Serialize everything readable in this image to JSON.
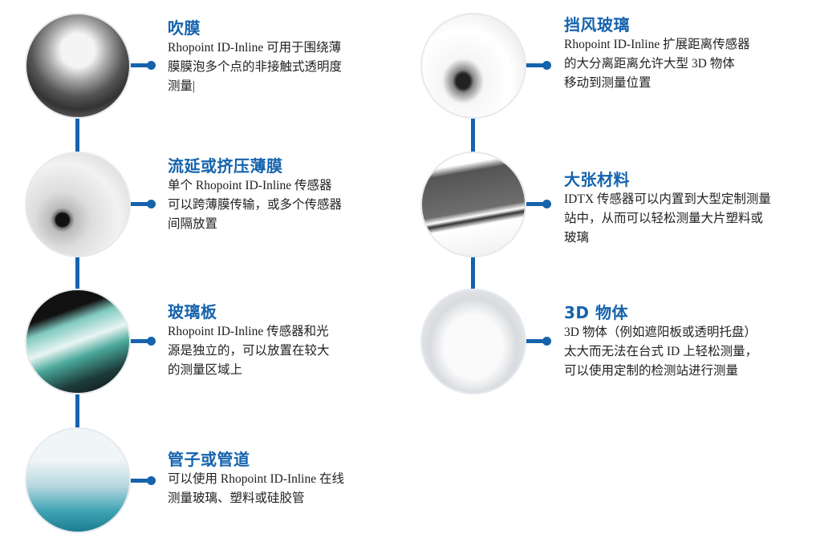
{
  "left": [
    {
      "title": "吹膜",
      "lines": [
        "Rhopoint ID-Inline 可用于围绕薄",
        "膜膜泡多个点的非接触式透明度",
        "测量|"
      ]
    },
    {
      "title": "流延或挤压薄膜",
      "lines": [
        "单个 Rhopoint ID-Inline 传感器",
        "可以跨薄膜传输，或多个传感器",
        "间隔放置"
      ]
    },
    {
      "title": "玻璃板",
      "lines": [
        "Rhopoint ID-Inline 传感器和光",
        "源是独立的，可以放置在较大",
        "的测量区域上"
      ]
    },
    {
      "title": "管子或管道",
      "lines": [
        "可以使用 Rhopoint ID-Inline 在线",
        "测量玻璃、塑料或硅胶管"
      ]
    }
  ],
  "right": [
    {
      "title": "挡风玻璃",
      "lines": [
        "Rhopoint ID-Inline 扩展距离传感器",
        "的大分离距离允许大型 3D 物体",
        "移动到测量位置"
      ]
    },
    {
      "title": "大张材料",
      "lines": [
        "IDTX 传感器可以内置到大型定制测量",
        "站中，从而可以轻松测量大片塑料或",
        "玻璃"
      ]
    },
    {
      "title": "3D 物体",
      "lines": [
        "3D 物体（例如遮阳板或透明托盘）",
        "太大而无法在台式 ID 上轻松测量，",
        "可以使用定制的检测站进行测量"
      ]
    }
  ],
  "colors": {
    "accent": "#1563ad"
  }
}
